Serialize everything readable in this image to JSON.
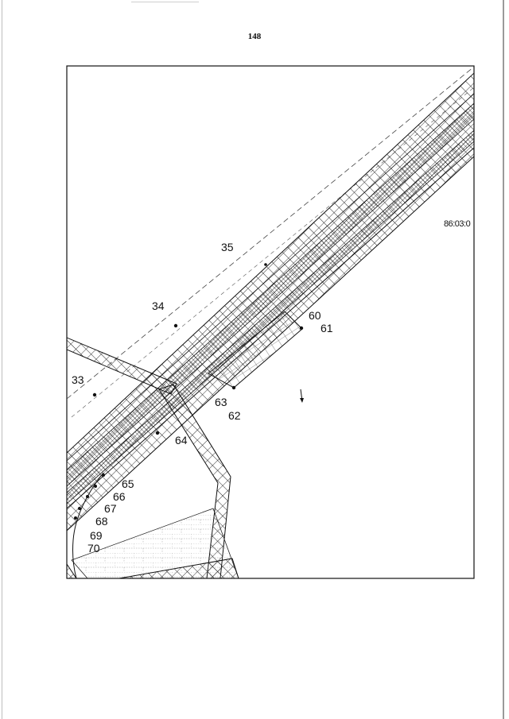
{
  "page_number": "148",
  "timestamp": "86:03:0",
  "parcel_labels": {
    "p33": "33",
    "p34": "34",
    "p35": "35",
    "p60": "60",
    "p61": "61",
    "p62": "62",
    "p63": "63",
    "p64": "64",
    "p65": "65",
    "p66": "66",
    "p67": "67",
    "p68": "68",
    "p69": "69",
    "p70": "70"
  },
  "colors": {
    "ink": "#111111",
    "paper": "#ffffff"
  }
}
